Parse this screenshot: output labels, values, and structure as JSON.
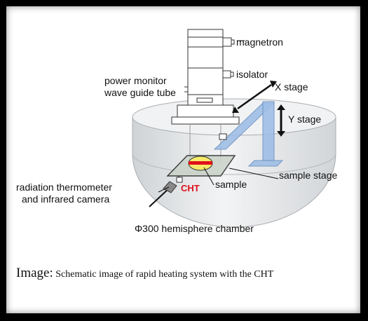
{
  "labels": {
    "magnetron": "magnetron",
    "isolator": "isolator",
    "power_monitor": "power monitor",
    "wave_guide": "wave guide tube",
    "x_stage": "X stage",
    "y_stage": "Y stage",
    "sample_stage": "sample stage",
    "sample": "sample",
    "cht": "CHT",
    "thermometer_line1": "radiation thermometer",
    "thermometer_line2": "and infrared camera",
    "chamber": "Φ300 hemisphere chamber"
  },
  "caption": {
    "heading": "Image:",
    "text": "Schematic image of rapid heating system with the CHT"
  },
  "colors": {
    "cht_red": "#e0101a",
    "stage_blue": "#9fbfe6",
    "sample_yellow": "#f6ea6a",
    "chamber_gray": "#e6e8ea"
  }
}
